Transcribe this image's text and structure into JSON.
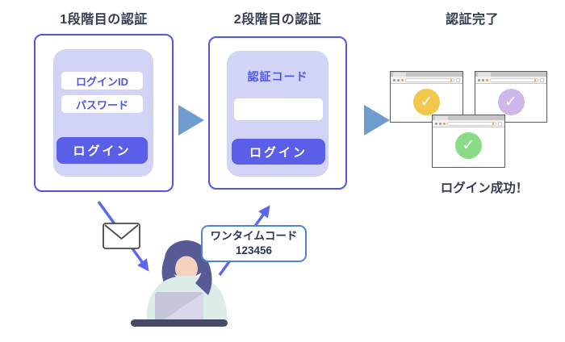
{
  "diagram": {
    "stage1": {
      "title": "1段階目の認証",
      "fields": [
        {
          "label": "ログインID"
        },
        {
          "label": "パスワード"
        }
      ],
      "login_button": "ログイン"
    },
    "stage2": {
      "title": "2段階目の認証",
      "code_label": "認証コード",
      "code_input_value": "",
      "login_button": "ログイン"
    },
    "complete": {
      "title": "認証完了",
      "success_text": "ログイン成功！",
      "windows": [
        {
          "check_color": "#f2c84b"
        },
        {
          "check_color": "#cfb7ea"
        },
        {
          "check_color": "#8bdc86"
        }
      ]
    },
    "one_time_code": {
      "label": "ワンタイムコード",
      "code": "123456"
    }
  },
  "icons": {
    "check": "✓"
  },
  "colors": {
    "card_border": "#5156e8",
    "panel_bg": "#d2d4f6",
    "field_text": "#5055e0",
    "button_bg": "#5b5fe8",
    "title_text": "#333b4e",
    "flow_triangle": "#6f9ccf",
    "flow_arrow": "#5b68ee",
    "otc_border": "#4f82d8",
    "otc_text": "#2c3655",
    "check_yellow": "#f2c84b",
    "check_purple": "#cfb7ea",
    "check_green": "#8bdc86",
    "desk": "#454a66",
    "hair": "#585a96",
    "skin": "#f5d2bd",
    "shirt": "#dcede9",
    "laptop": "#c6c6db"
  }
}
